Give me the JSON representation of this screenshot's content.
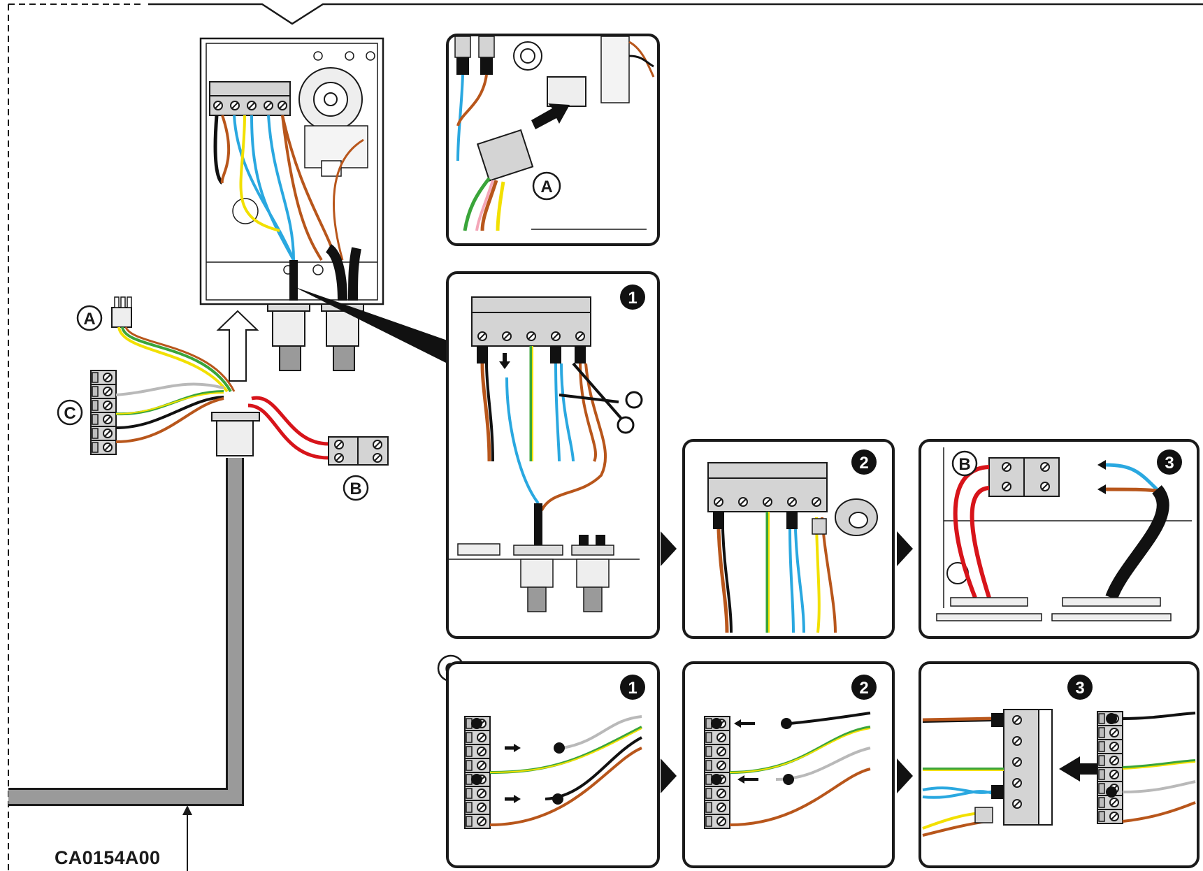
{
  "part_code": "CA0154A00",
  "callouts": {
    "a": "A",
    "b": "B",
    "c": "C"
  },
  "steps": {
    "one": "1",
    "two": "2",
    "three": "3"
  },
  "colors": {
    "outline": "#1a1a1a",
    "wire_blue": "#2aa8e0",
    "wire_brown": "#b8561b",
    "wire_black": "#111111",
    "wire_yellow": "#f2e000",
    "wire_green": "#3aa53a",
    "wire_grey": "#b9b9b9",
    "wire_red": "#d7141a",
    "cable_grey": "#9a9a9a",
    "terminal_grey": "#d4d4d4"
  }
}
